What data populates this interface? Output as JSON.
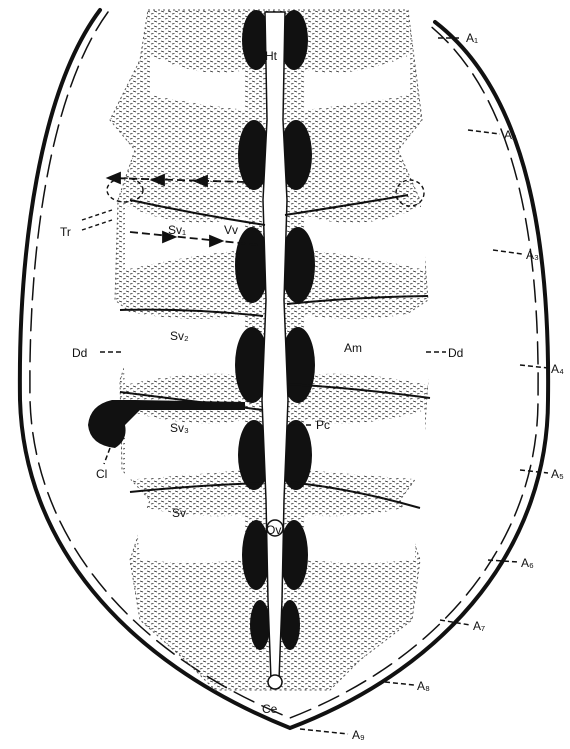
{
  "labels": {
    "heart": "Ht",
    "alary_muscles": "Am",
    "dorsal_diaphragm": "Dd",
    "dorsal_diaphragm_right": "Dd",
    "tracheae": "Tr",
    "segmental_vessel_1": "Sv₁",
    "segmental_vessel_2": "Sv₂",
    "segmental_vessel_3": "Sv₃",
    "segmental_vessel_4": "Sv",
    "ventricle_valve": "Vv",
    "pericardial_cells": "Pc",
    "cluster": "Cl",
    "ostium_valve": "Ov",
    "caecum": "Ce",
    "abdominal_segments": [
      "A₁",
      "A₂",
      "A₃",
      "A₄",
      "A₅",
      "A₆",
      "A₇",
      "A₈",
      "A₉"
    ]
  },
  "colors": {
    "ink": "#111111",
    "paper": "#ffffff"
  }
}
